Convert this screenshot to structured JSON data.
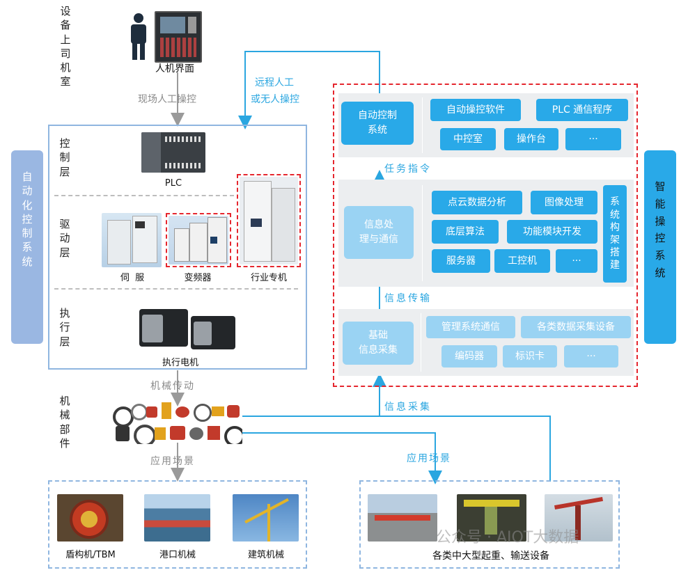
{
  "left": {
    "equipment_room_label": [
      "设",
      "备",
      "上",
      "司",
      "机",
      "室"
    ],
    "hmi_label": "人机界面",
    "onsite_manual_label": "现场人工操控",
    "automation_system_label": [
      "自",
      "动",
      "化",
      "控",
      "制",
      "系",
      "统"
    ],
    "control_layer_label": [
      "控",
      "制",
      "层"
    ],
    "plc_label": "PLC",
    "drive_layer_label": [
      "驱",
      "动",
      "层"
    ],
    "servo_label": "伺  服",
    "vfd_label": "变频器",
    "industry_machine_label": "行业专机",
    "exec_layer_label": [
      "执",
      "行",
      "层"
    ],
    "motor_label": "执行电机",
    "mech_transmission_label": "机械传动",
    "mech_parts_label": [
      "机",
      "械",
      "部",
      "件"
    ],
    "application_label_left": "应用场景",
    "apps_left": [
      "盾构机/TBM",
      "港口机械",
      "建筑机械"
    ]
  },
  "middle": {
    "remote_label_1": "远程人工",
    "remote_label_2": "或无人操控"
  },
  "right": {
    "smart_system_label": [
      "智",
      "能",
      "操",
      "控",
      "系",
      "统"
    ],
    "auto_control_system": "自动控制\n系统",
    "auto_control_items": [
      "自动操控软件",
      "PLC 通信程序",
      "中控室",
      "操作台",
      "···"
    ],
    "task_command_label": "任务指令",
    "info_processing": "信息处\n理与通信",
    "info_processing_items": [
      "点云数据分析",
      "图像处理",
      "底层算法",
      "功能模块开发",
      "服务器",
      "工控机",
      "···"
    ],
    "system_arch_label": [
      "系",
      "统",
      "构",
      "架",
      "搭",
      "建"
    ],
    "info_transfer_label": "信息传输",
    "basic_collection": "基础\n信息采集",
    "basic_collection_items": [
      "管理系统通信",
      "各类数据采集设备",
      "编码器",
      "标识卡",
      "···"
    ],
    "info_collection_label": "信息采集",
    "application_label_right": "应用场景",
    "apps_right_label": "各类中大型起重、输送设备"
  },
  "watermark": "公众号 · AIOT大数据",
  "colors": {
    "accent_blue": "#29a9e8",
    "light_blue": "#9ad3f3",
    "panel_gray": "#eceef0",
    "border_blue": "#8fb6e0",
    "dashed_red": "#e5262e",
    "arrow_gray": "#9a9a9a"
  }
}
